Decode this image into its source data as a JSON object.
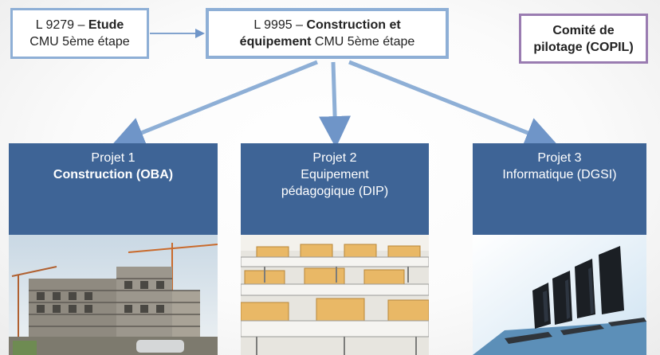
{
  "law_study": {
    "prefix": "L 9279 – ",
    "bold": "Etude",
    "line2": "CMU 5ème étape"
  },
  "law_construction": {
    "prefix": "L 9995 – ",
    "bold1": "Construction et",
    "bold2": "équipement",
    "suffix": " CMU 5ème étape"
  },
  "copil": {
    "line1": "Comité de",
    "line2": "pilotage (COPIL)"
  },
  "projects": [
    {
      "line1": "Projet 1",
      "line2": "Construction (OBA)",
      "line3": ""
    },
    {
      "line1": "Projet 2",
      "line2": "Equipement",
      "line3": "pédagogique (DIP)"
    },
    {
      "line1": "Projet 3",
      "line2": "Informatique (DGSI)",
      "line3": ""
    }
  ],
  "colors": {
    "box_border": "#8eafd6",
    "copil_border": "#9a7cb1",
    "project_fill": "#3e6496",
    "arrow": "#8eafd6"
  },
  "images": [
    "construction-site-photo",
    "classroom-desks-photo",
    "computer-monitors-photo"
  ]
}
